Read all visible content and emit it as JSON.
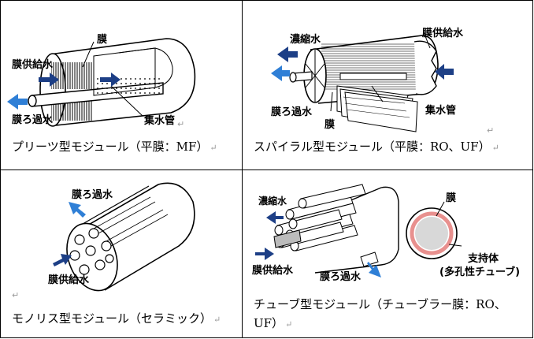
{
  "colors": {
    "arrow_blue": "#2f7fd6",
    "arrow_navy": "#1d3f86",
    "membrane_pink": "#e8908e",
    "line": "#000000"
  },
  "return_mark": "↵",
  "cells": {
    "pleats": {
      "labels": {
        "membrane": "膜",
        "feed": "膜供給水",
        "filtrate": "膜ろ過水",
        "collector": "集水管"
      },
      "caption": "プリーツ型モジュール（平膜：MF）"
    },
    "spiral": {
      "labels": {
        "concentrate": "濃縮水",
        "feed": "膜供給水",
        "filtrate": "膜ろ過水",
        "collector": "集水管",
        "membrane": "膜"
      },
      "caption": "スパイラル型モジュール（平膜：RO、UF）"
    },
    "monolith": {
      "labels": {
        "filtrate": "膜ろ過水",
        "feed": "膜供給水"
      },
      "caption": "モノリス型モジュール（セラミック）"
    },
    "tube": {
      "labels": {
        "concentrate": "濃縮水",
        "feed": "膜供給水",
        "filtrate": "膜ろ過水",
        "membrane": "膜",
        "support_line1": "支持体",
        "support_line2": "(多孔性チューブ)"
      },
      "caption_line1": "チューブ型モジュール（チューブラー膜：RO、",
      "caption_line2": "UF）"
    }
  }
}
